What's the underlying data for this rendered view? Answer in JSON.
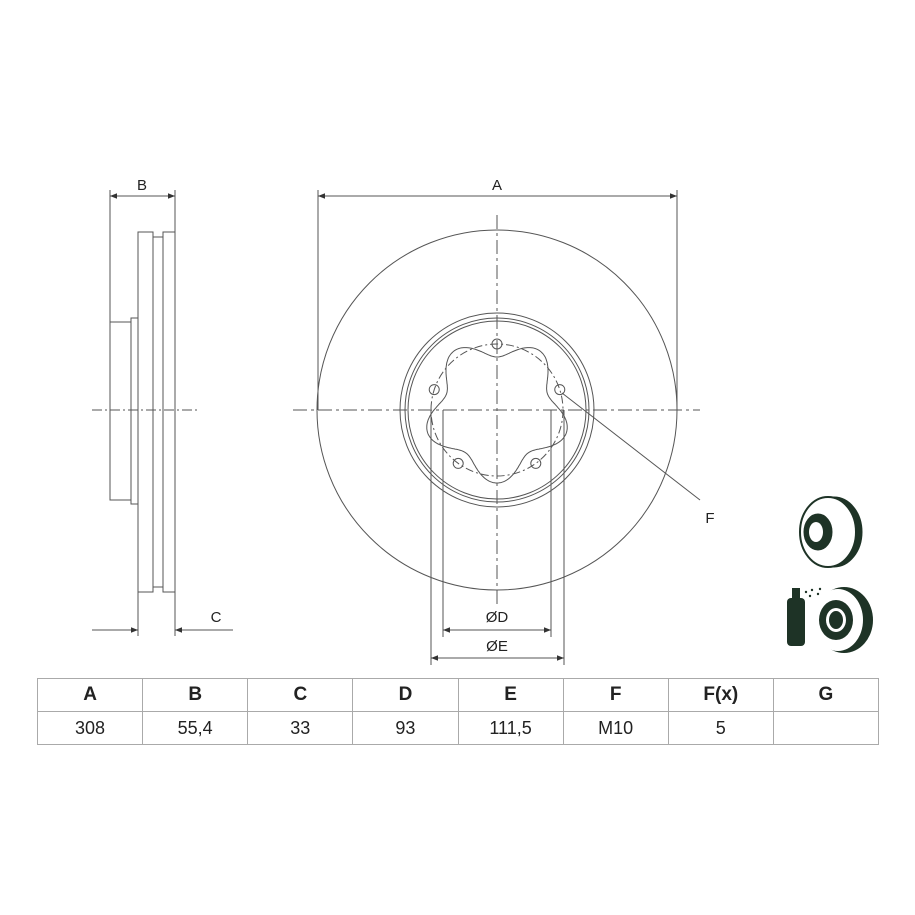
{
  "drawing": {
    "labels": {
      "a": "A",
      "b": "B",
      "c": "C",
      "d": "ØD",
      "e": "ØE",
      "f": "F"
    },
    "line_color": "#555555",
    "icon_color": "#1e3326"
  },
  "table": {
    "headers": [
      "A",
      "B",
      "C",
      "D",
      "E",
      "F",
      "F(x)",
      "G"
    ],
    "values": [
      "308",
      "55,4",
      "33",
      "93",
      "111,5",
      "M10",
      "5",
      ""
    ]
  }
}
